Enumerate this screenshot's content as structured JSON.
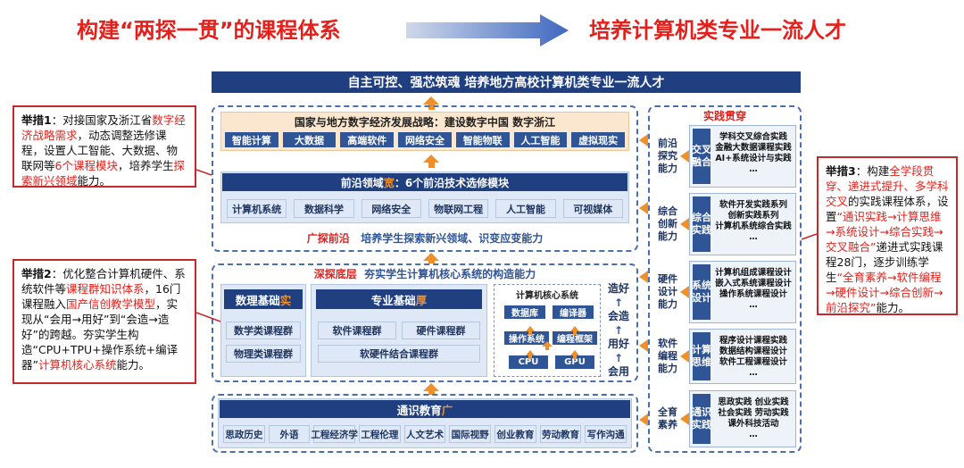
{
  "header": {
    "left_title": "构建“两探一贯”的课程体系",
    "right_title": "培养计算机类专业一流人才"
  },
  "top_banner": "自主可控、强芯筑魂 培养地方高校计算机类专业一流人才",
  "strategy": {
    "title": "国家与地方数字经济发展战略：建设数字中国 数字浙江",
    "items": [
      "智能计算",
      "大数据",
      "高端软件",
      "网络安全",
      "智能物联",
      "人工智能",
      "虚拟现实"
    ]
  },
  "frontier": {
    "title_pre": "前沿领域",
    "title_em": "宽",
    "title_post": "：6个前沿技术选修模块",
    "items": [
      "计算机系统",
      "数据科学",
      "网络安全",
      "物联网工程",
      "人工智能",
      "可视媒体"
    ],
    "footer_red": "广探前沿",
    "footer_blue": "培养学生探索新兴领域、识变应变能力"
  },
  "deep": {
    "title_red": "深探底层",
    "title_blue": "夯实学生计算机核心系统的构造能力",
    "math": {
      "title_pre": "数理基础",
      "title_em": "实",
      "items": [
        "数学类课程群",
        "物理类课程群"
      ]
    },
    "pro": {
      "title_pre": "专业基础",
      "title_em": "厚",
      "items": [
        "软件课程群",
        "硬件课程群",
        "软硬件结合课程群"
      ]
    },
    "core": {
      "title": "计算机核心系统",
      "items": [
        "数据库",
        "编译器",
        "操作系统",
        "编程框架",
        "CPU",
        "GPU"
      ]
    },
    "side": [
      "造好",
      "↑",
      "会造",
      "↑",
      "用好",
      "↑",
      "会用"
    ]
  },
  "general": {
    "title_pre": "通识教育",
    "title_em": "广",
    "items": [
      "思政历史",
      "外语",
      "工程经济学",
      "工程伦理",
      "人文艺术",
      "国际视野",
      "创业教育",
      "劳动教育",
      "写作沟通"
    ]
  },
  "practice": {
    "title": "实践贯穿",
    "rows": [
      {
        "ability": "前沿\n探究\n能力",
        "type": "交叉\n融合",
        "list": "学科交叉综合实践\n金融大数据课程实践\nAI+系统设计与实践\n…"
      },
      {
        "ability": "综合\n创新\n能力",
        "type": "综合\n实践",
        "list": "软件开发实践系列\n创新实践系列\n计算机系统综合实践\n…"
      },
      {
        "ability": "硬件\n设计\n能力",
        "type": "系统\n设计",
        "list": "计算机组成课程设计\n嵌入式系统课程设计\n操作系统课程设计\n…"
      },
      {
        "ability": "软件\n编程\n能力",
        "type": "计算\n思维",
        "list": "程序设计课程实践\n数据结构课程设计\n软件工程课程设计\n…"
      },
      {
        "ability": "全育\n素养",
        "type": "通识\n实践",
        "list": "思政实践 创业实践\n社会实践 劳动实践\n课外科技活动\n…"
      }
    ]
  },
  "notes": {
    "n1": {
      "label": "举措1",
      "t1": "：对接国家及浙江省",
      "r1": "数字经济战略需求",
      "t2": "，动态调整选修课程，设置人工智能、大数据、物联网等",
      "r2": "6个课程模块",
      "t3": "，培养学生",
      "r3": "探索新兴领域",
      "t4": "能力。"
    },
    "n2": {
      "label": "举措2",
      "t1": "：优化整合计算机硬件、系统软件等",
      "r1": "课程群知识体系",
      "t2": "，16门课程融入",
      "r2": "国产信创教学模型",
      "t3": "，实现从“会用→用好”到“会造→造好”的跨越。夯实学生构造“CPU+TPU+操作系统+编译器”",
      "r3": "计算机核心系统",
      "t4": "能力。"
    },
    "n3": {
      "label": "举措3",
      "t1": "：构建",
      "r1": "全学段贯穿、递进式提升、多学科交叉",
      "t2": "的实践课程体系，设置",
      "r2": "“通识实践→计算思维→系统设计→综合实践→交叉融合”",
      "t3": "递进式实践课程28门，逐步训练学生",
      "r3": "“全育素养→软件编程→硬件设计→综合创新→前沿探究”",
      "t4": "能力。"
    }
  },
  "colors": {
    "red": "#e3201b",
    "navy": "#1f3f80",
    "blue": "#2f5597",
    "orange": "#f0902a"
  }
}
